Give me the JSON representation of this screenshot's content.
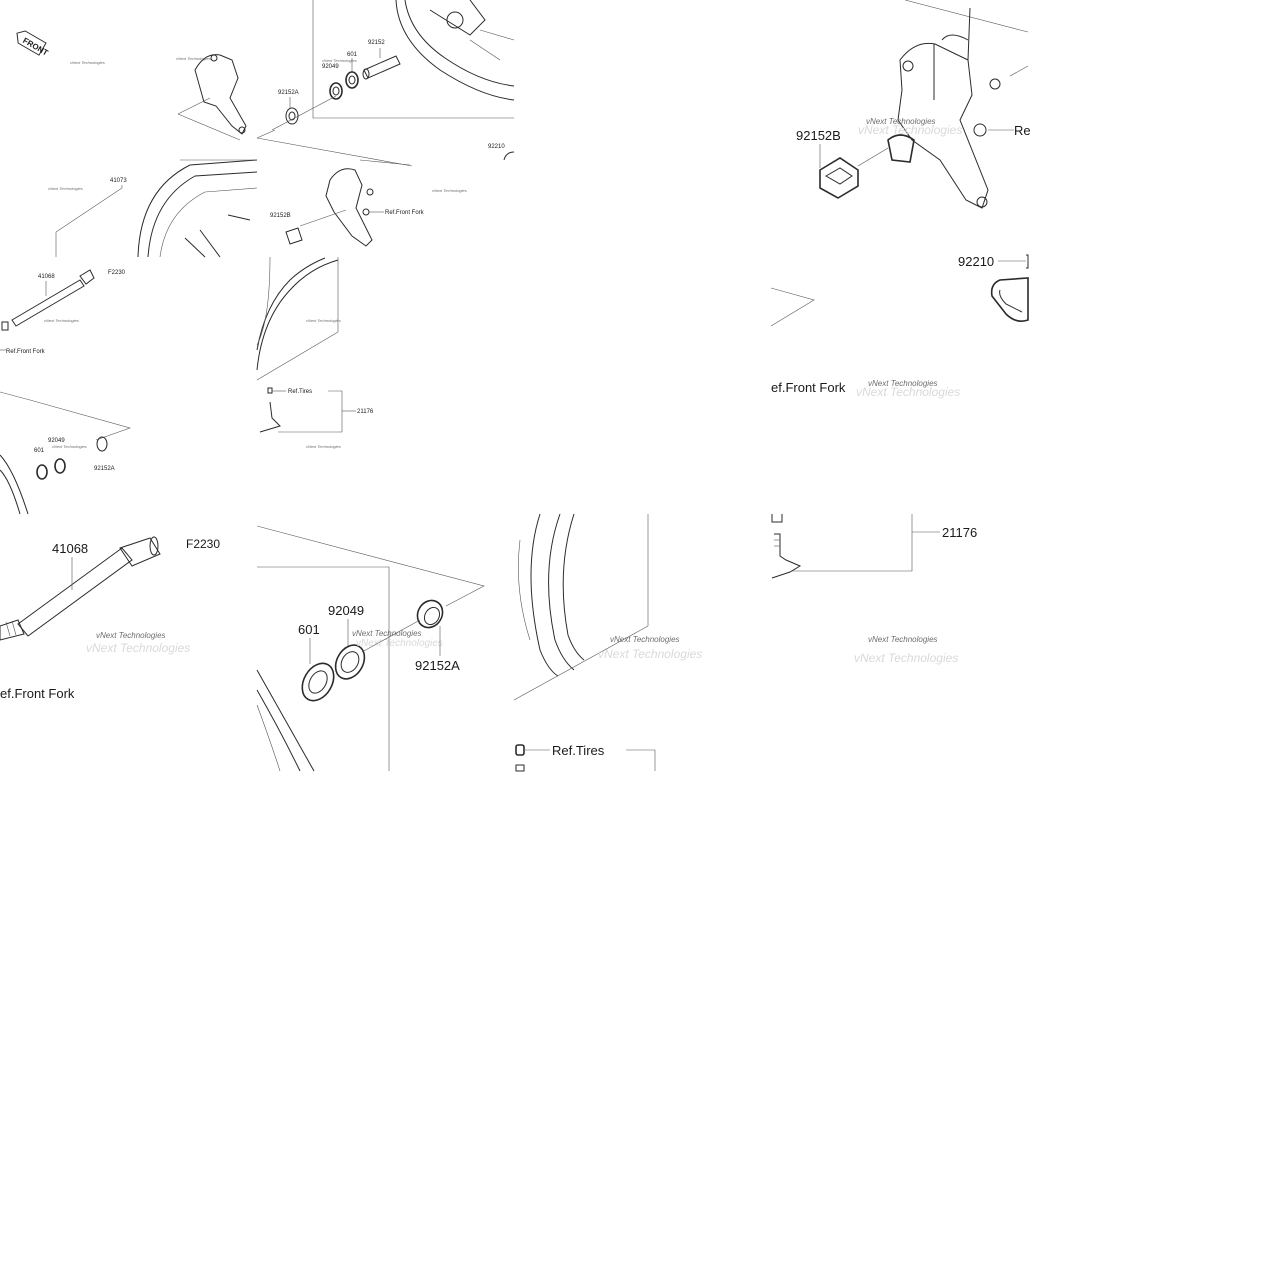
{
  "watermark": "vNext Technologies",
  "front_badge": "FRONT",
  "parts": {
    "axle": "41068",
    "wheel": "41073",
    "collar": "92152",
    "collar_a": "92152A",
    "collar_b": "92152B",
    "bearing": "601",
    "seal": "92049",
    "valve": "21176",
    "sensor": "92210",
    "fig_code": "F2230"
  },
  "refs": {
    "front_fork": "Ref.Front Fork",
    "tires": "Ref.Tires",
    "front_fork_partial": "ef.Front Fork",
    "front_fork_left": "Re"
  }
}
